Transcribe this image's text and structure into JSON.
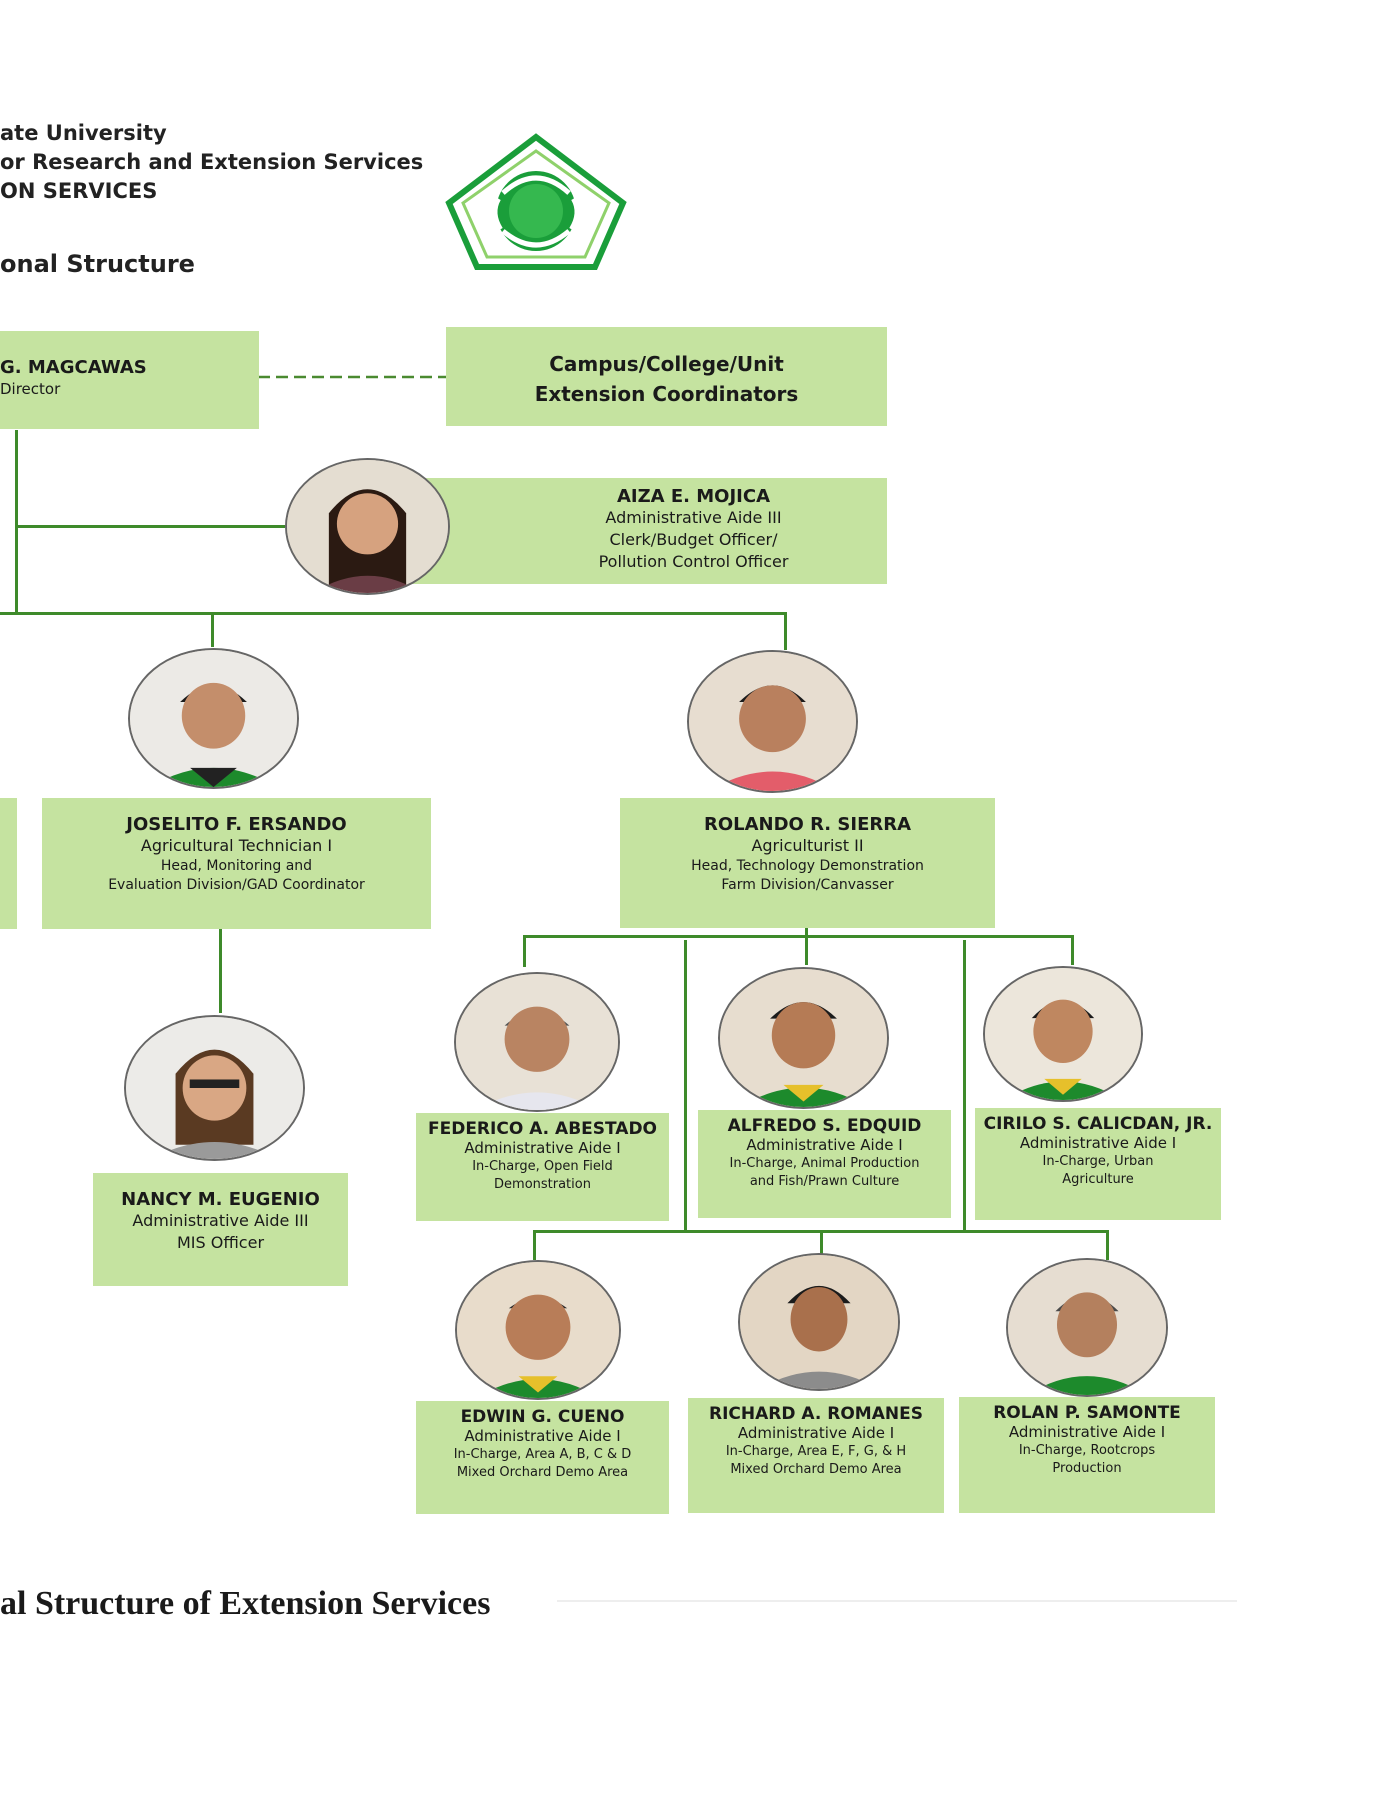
{
  "header": {
    "line1": "ate University",
    "line2": "or Research and Extension Services",
    "line3": "ON SERVICES",
    "line4": "onal Structure"
  },
  "logo": {
    "icon": "university-seal-logo",
    "colors": [
      "#1a9e3a",
      "#6cc24a"
    ]
  },
  "director": {
    "name": "G. MAGCAWAS",
    "title": "Director"
  },
  "coordinators": {
    "line1": "Campus/College/Unit",
    "line2": "Extension Coordinators"
  },
  "people": {
    "mojica": {
      "name": "AIZA E. MOJICA",
      "title": "Administrative Aide III",
      "role1": "Clerk/Budget Officer/",
      "role2": "Pollution Control Officer"
    },
    "ersando": {
      "name": "JOSELITO F. ERSANDO",
      "title": "Agricultural Technician I",
      "role1": "Head, Monitoring and",
      "role2": "Evaluation Division/GAD Coordinator"
    },
    "sierra": {
      "name": "ROLANDO R. SIERRA",
      "title": "Agriculturist II",
      "role1": "Head, Technology Demonstration",
      "role2": "Farm Division/Canvasser"
    },
    "eugenio": {
      "name": "NANCY M. EUGENIO",
      "title": "Administrative Aide III",
      "role1": "MIS Officer"
    },
    "abestado": {
      "name": "FEDERICO A. ABESTADO",
      "title": "Administrative Aide I",
      "role1": "In-Charge, Open Field",
      "role2": "Demonstration"
    },
    "edquid": {
      "name": "ALFREDO S. EDQUID",
      "title": "Administrative Aide I",
      "role1": "In-Charge, Animal  Production",
      "role2": "and Fish/Prawn Culture"
    },
    "calicdan": {
      "name": "CIRILO S. CALICDAN, JR.",
      "title": "Administrative Aide I",
      "role1": "In-Charge, Urban",
      "role2": "Agriculture"
    },
    "cueno": {
      "name": "EDWIN G. CUENO",
      "title": "Administrative Aide I",
      "role1": "In-Charge, Area A, B, C & D",
      "role2": "Mixed Orchard Demo Area"
    },
    "romanes": {
      "name": "RICHARD A. ROMANES",
      "title": "Administrative Aide I",
      "role1": "In-Charge, Area E, F, G, & H",
      "role2": "Mixed Orchard Demo Area"
    },
    "samonte": {
      "name": "ROLAN P. SAMONTE",
      "title": "Administrative Aide I",
      "role1": "In-Charge, Rootcrops",
      "role2": "Production"
    }
  },
  "caption": "al Structure of Extension Services",
  "colors": {
    "box_fill": "#c5e3a0",
    "connector": "#3e8a2a"
  }
}
